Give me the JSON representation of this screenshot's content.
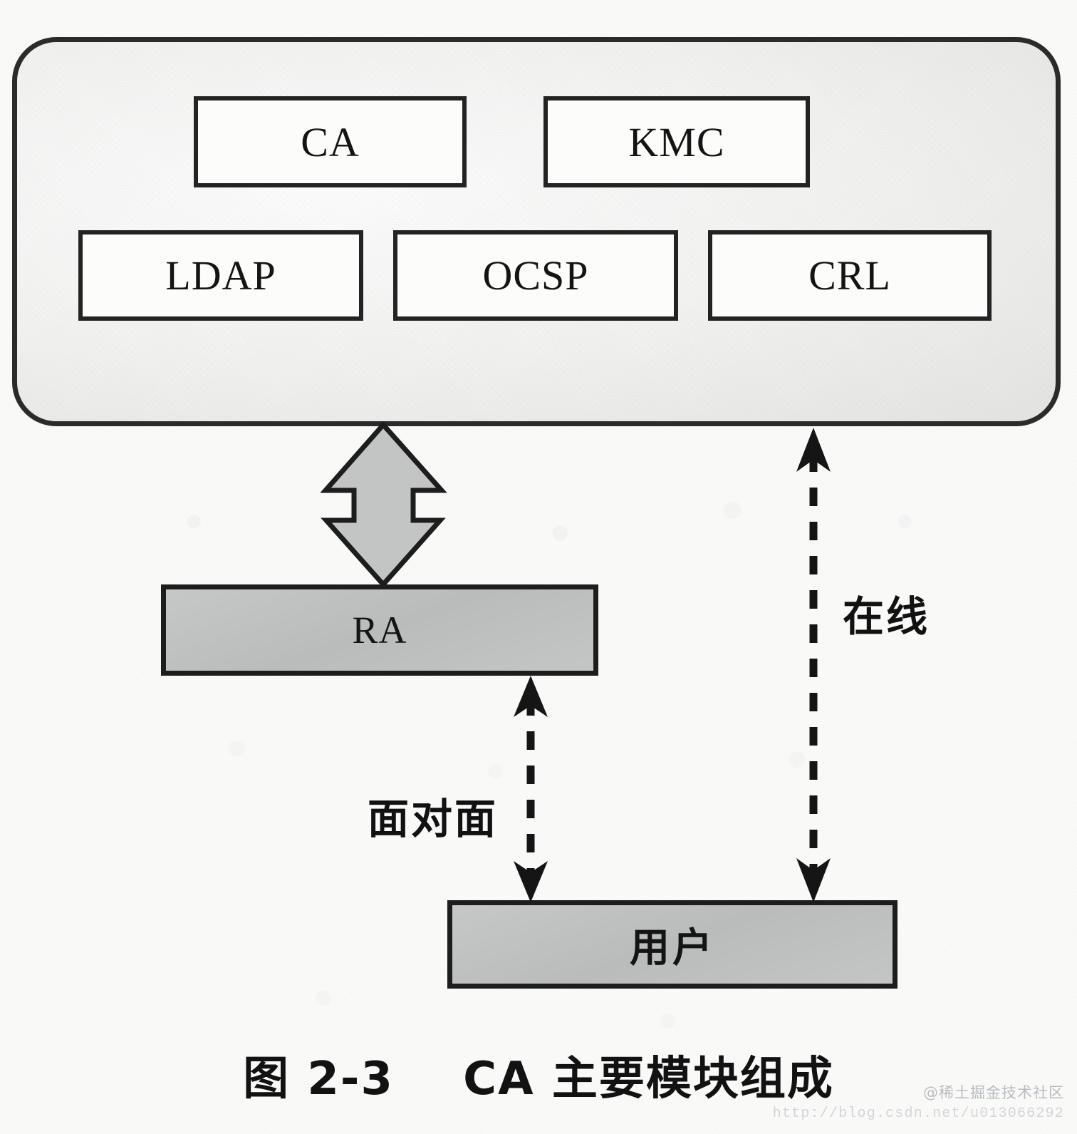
{
  "figure": {
    "caption": "图 2-3    CA 主要模块组成",
    "title": "CA 主要模块组成",
    "number": "图 2-3"
  },
  "panel": {
    "name": "CA system container",
    "modules_row1": [
      {
        "label": "CA"
      },
      {
        "label": "KMC"
      }
    ],
    "modules_row2": [
      {
        "label": "LDAP"
      },
      {
        "label": "OCSP"
      },
      {
        "label": "CRL"
      }
    ]
  },
  "nodes": {
    "ra": {
      "label": "RA"
    },
    "user": {
      "label": "用户"
    }
  },
  "connectors": {
    "ca_to_ra": {
      "label": "",
      "style": "solid-block-double-arrow"
    },
    "ra_to_user": {
      "label": "面对面",
      "style": "dashed-double-arrow"
    },
    "ca_to_user": {
      "label": "在线",
      "style": "dashed-double-arrow"
    }
  },
  "watermark": {
    "brand": "@稀土掘金技术社区",
    "url": "http://blog.csdn.net/u013066292"
  },
  "colors": {
    "stroke": "#1d1d1d",
    "grey_fill": "#c0c3c2",
    "panel_fill": "#f2f2f1",
    "box_fill": "#fcfcfb",
    "watermark": "#b8bcc0"
  }
}
